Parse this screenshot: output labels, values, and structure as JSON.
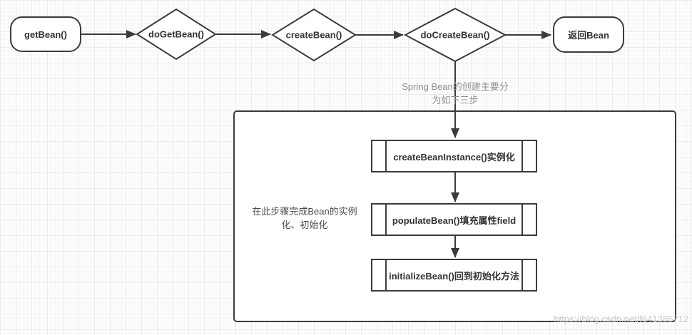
{
  "nodes": {
    "get_bean": "getBean()",
    "do_get_bean": "doGetBean()",
    "create_bean": "createBean()",
    "do_create_bean": "doCreateBean()",
    "return_bean": "返回Bean",
    "step1": "createBeanInstance()实例化",
    "step2": "populateBean()填充属性field",
    "step3": "initializeBean()回到初始化方法"
  },
  "annotations": {
    "three_steps": "Spring Bean的创建主要分为如下三步",
    "instance_note": "在此步骤完成Bean的实例化、初始化"
  },
  "watermark": "https://blog.csdn.net/f641385712",
  "colors": {
    "stroke": "#3b3b3b",
    "annotation": "#8f8f8f",
    "note": "#4d4d4d",
    "watermark": "#c8c8c8"
  }
}
